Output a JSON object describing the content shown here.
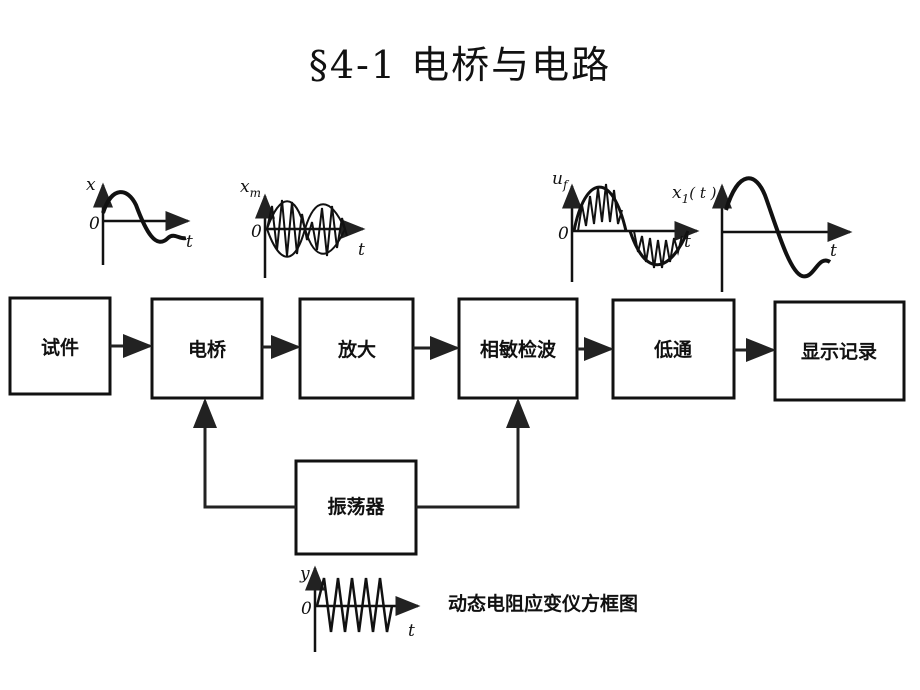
{
  "title": "§4-1  电桥与电路",
  "caption": "动态电阻应变仪方框图",
  "blocks": {
    "specimen": "试件",
    "bridge": "电桥",
    "amplifier": "放大",
    "phase_detector": "相敏检波",
    "lowpass": "低通",
    "display": "显示记录",
    "oscillator": "振荡器"
  },
  "waveforms": {
    "input": {
      "y_label": "x",
      "origin": "0",
      "t_label": "t"
    },
    "bridge_out": {
      "y_label": "x",
      "y_sub": "m",
      "origin": "0",
      "t_label": "t"
    },
    "detector_out": {
      "y_label": "u",
      "y_sub": "f",
      "origin": "0",
      "t_label": "t"
    },
    "filtered": {
      "y_label": "x",
      "y_sub": "1",
      "y_arg": "( t )",
      "t_label": "t"
    },
    "carrier": {
      "y_label": "y",
      "origin": "0",
      "t_label": "t"
    }
  }
}
